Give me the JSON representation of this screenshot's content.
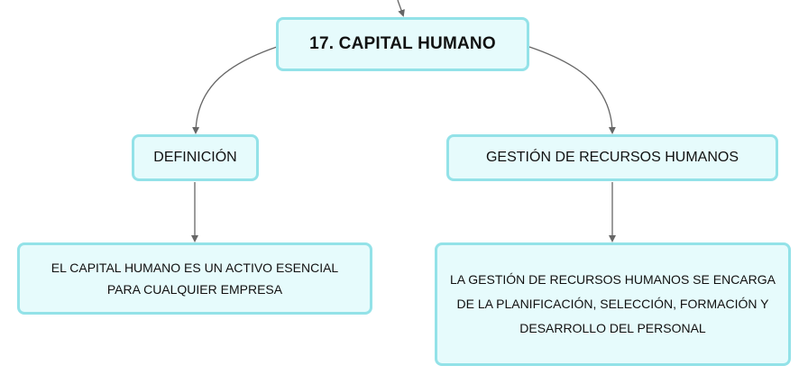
{
  "diagram": {
    "root": {
      "label": "17. CAPITAL HUMANO"
    },
    "branches": [
      {
        "label": "DEFINICIÓN",
        "detail": "EL CAPITAL HUMANO ES UN ACTIVO ESENCIAL PARA CUALQUIER EMPRESA"
      },
      {
        "label": "GESTIÓN DE RECURSOS HUMANOS",
        "detail": "LA GESTIÓN DE RECURSOS HUMANOS SE ENCARGA DE LA PLANIFICACIÓN, SELECCIÓN, FORMACIÓN Y DESARROLLO DEL PERSONAL"
      }
    ]
  },
  "colors": {
    "node_fill": "#e6fbfc",
    "node_border": "#93e2e8",
    "connector": "#666666",
    "text": "#111111"
  }
}
